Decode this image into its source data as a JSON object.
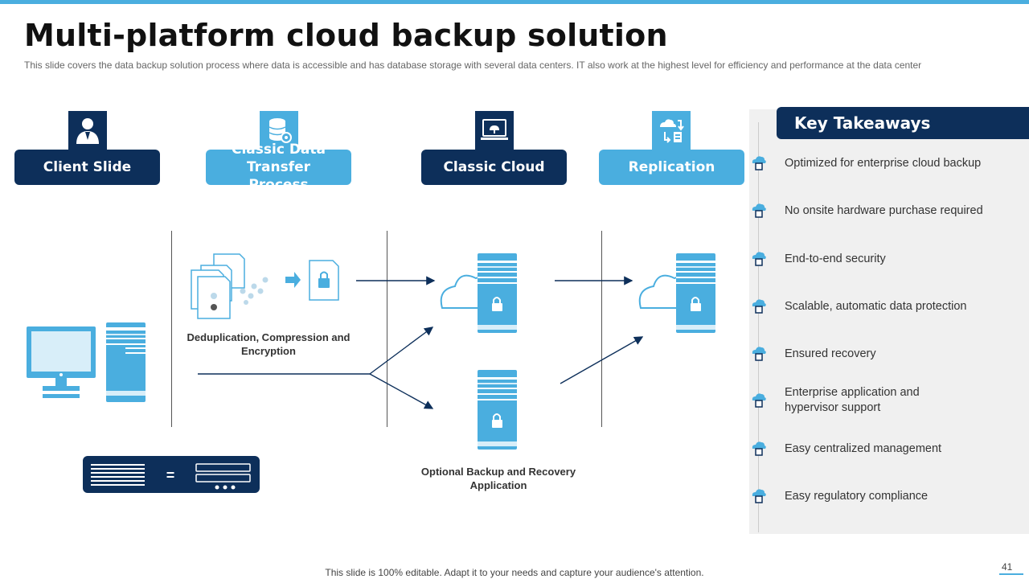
{
  "slide": {
    "title": "Multi-platform cloud backup solution",
    "subtitle": "This slide covers the data backup solution process where data is accessible and has database storage with several data centers. IT also  work at the highest level for efficiency and performance  at the data center",
    "footer": "This slide is 100% editable. Adapt it to your needs and capture your audience's attention.",
    "page_number": "41"
  },
  "stages": [
    {
      "label": "Client Slide",
      "icon": "user-icon"
    },
    {
      "label": "Classic Data Transfer Process",
      "icon": "database-gear-icon"
    },
    {
      "label": "Classic Cloud",
      "icon": "cloud-monitor-icon"
    },
    {
      "label": "Replication",
      "icon": "cloud-sync-icon"
    }
  ],
  "diagram": {
    "dedup_caption": "Deduplication, Compression and Encryption",
    "optional_caption": "Optional Backup and Recovery Application",
    "equals_symbol": "="
  },
  "key_takeaways": {
    "title": "Key Takeaways",
    "items": [
      "Optimized for enterprise cloud backup",
      "No onsite hardware purchase required",
      "End-to-end security",
      "Scalable, automatic data protection",
      "Ensured recovery",
      "Enterprise application and hypervisor support",
      "Easy centralized management",
      "Easy regulatory compliance"
    ]
  },
  "colors": {
    "dark_navy": "#0d2f5a",
    "accent_blue": "#4aaedf",
    "panel_gray": "#f0f0f0"
  }
}
